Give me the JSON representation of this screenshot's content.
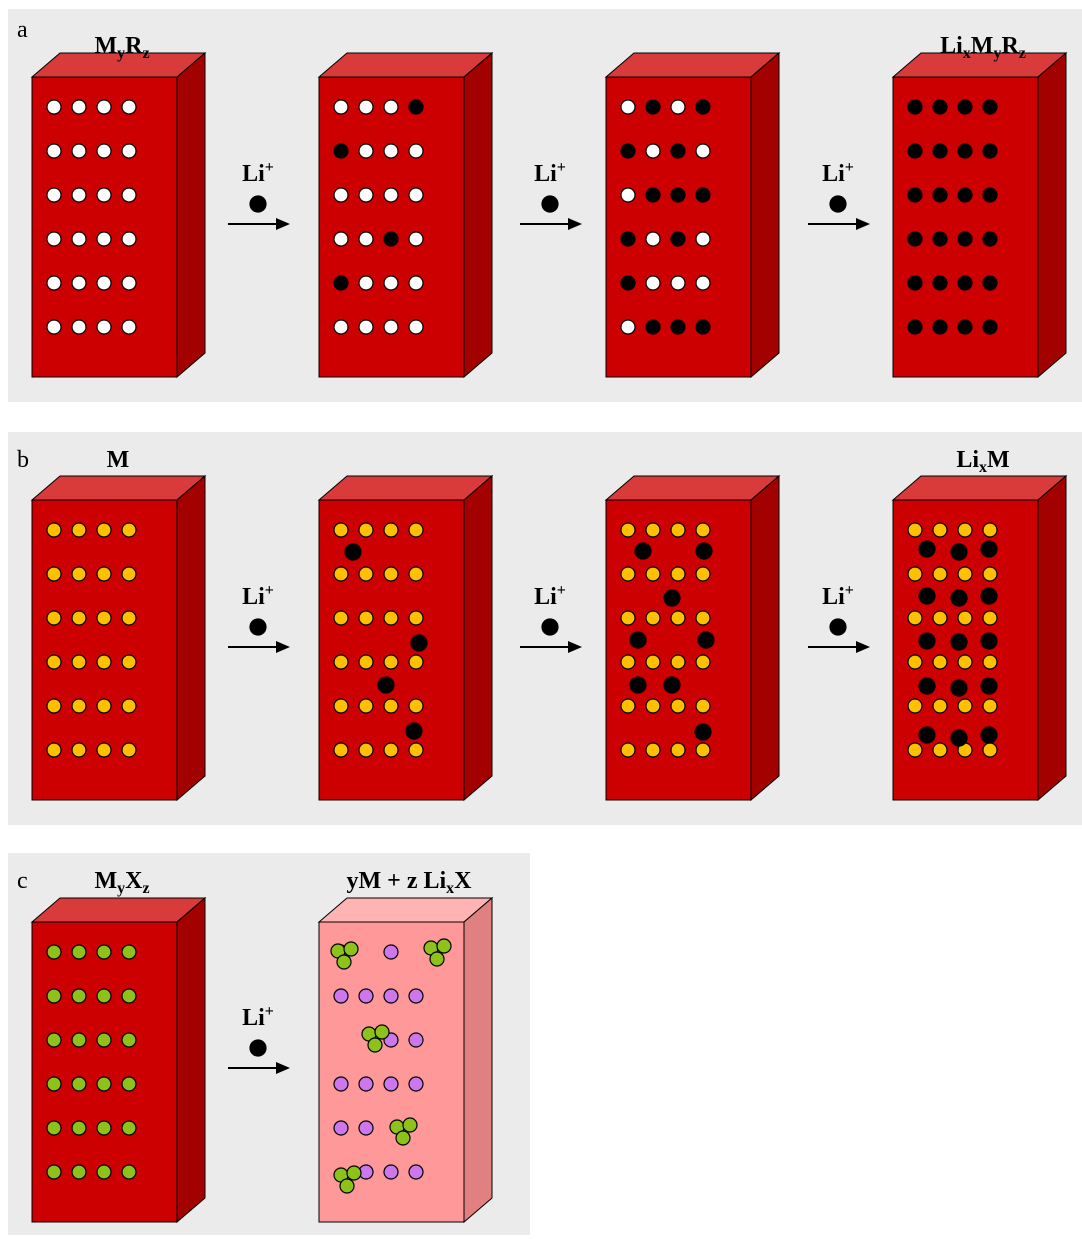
{
  "panels": [
    {
      "id": "a",
      "letter": "a",
      "titles": [
        {
          "parts": [
            [
              "M",
              ""
            ],
            [
              "y",
              "sub"
            ],
            [
              "R",
              ""
            ],
            [
              "z",
              "sub"
            ]
          ]
        },
        null,
        null,
        {
          "parts": [
            [
              "Li",
              ""
            ],
            [
              "x",
              "sub"
            ],
            [
              "M",
              ""
            ],
            [
              "y",
              "sub"
            ],
            [
              "R",
              ""
            ],
            [
              "z",
              "sub"
            ]
          ]
        }
      ],
      "arrow_label": "Li",
      "arrow_sup": "+"
    },
    {
      "id": "b",
      "letter": "b",
      "titles": [
        {
          "parts": [
            [
              "M",
              ""
            ]
          ]
        },
        null,
        null,
        {
          "parts": [
            [
              "Li",
              ""
            ],
            [
              "x",
              "sub"
            ],
            [
              "M",
              ""
            ]
          ]
        }
      ],
      "arrow_label": "Li",
      "arrow_sup": "+"
    },
    {
      "id": "c",
      "letter": "c",
      "titles": [
        {
          "parts": [
            [
              "M",
              ""
            ],
            [
              "y",
              "sub"
            ],
            [
              "X",
              ""
            ],
            [
              "z",
              "sub"
            ]
          ]
        },
        {
          "parts": [
            [
              "yM + z Li",
              ""
            ],
            [
              "x",
              "sub"
            ],
            [
              "X",
              ""
            ]
          ]
        }
      ],
      "arrow_label": "Li",
      "arrow_sup": "+"
    }
  ],
  "colors": {
    "panel_bg": "#ebebeb",
    "block_front": "#cc0000",
    "block_top": "#d93a3a",
    "block_side": "#a30000",
    "block_light_front": "#ff9999",
    "block_light_top": "#ffb3b3",
    "block_light_side": "#e08080",
    "white_site": "#ffffff",
    "li_atom": "#000000",
    "host_yellow": "#ffc000",
    "x_green": "#8cc21a",
    "m_purple": "#cc77ee"
  }
}
